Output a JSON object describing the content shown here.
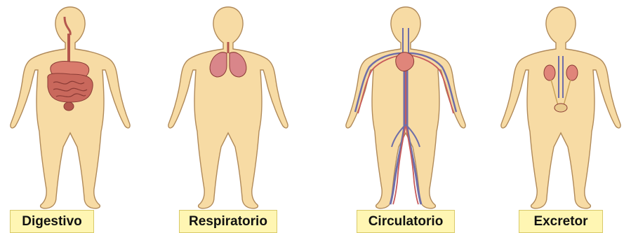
{
  "systems": [
    {
      "label": "Digestivo"
    },
    {
      "label": "Respiratorio"
    },
    {
      "label": "Circulatorio"
    },
    {
      "label": "Excretor"
    }
  ],
  "colors": {
    "skin": "#f7dba4",
    "outline": "#b08a5a",
    "organ": "#d97b6c",
    "organ_dark": "#b4574d",
    "vein": "#6f6ea8",
    "artery": "#c85b5b",
    "label_bg": "#fff6b3"
  }
}
